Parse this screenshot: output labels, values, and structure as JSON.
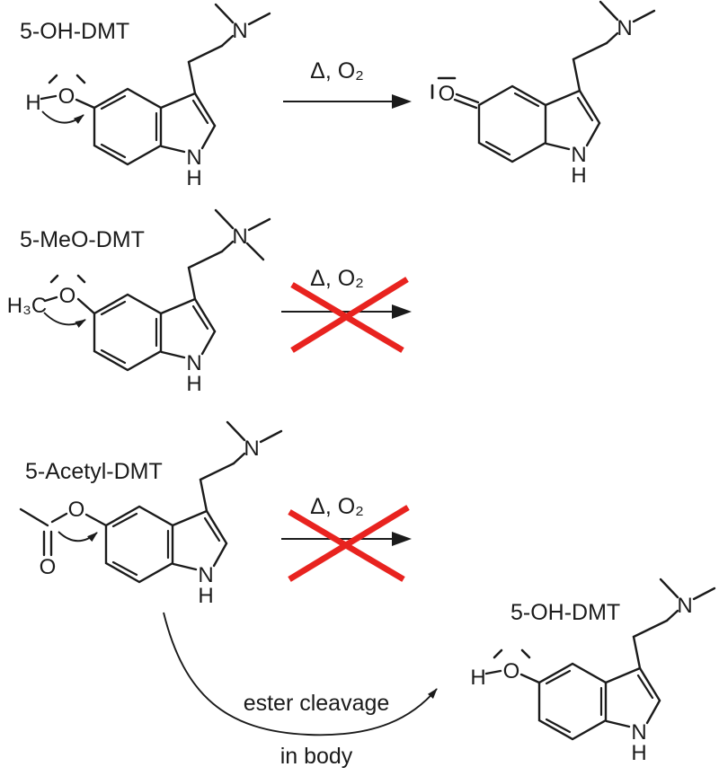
{
  "molecules": [
    {
      "name": "5-OH-DMT",
      "position": "row-1-left"
    },
    {
      "name": "",
      "position": "row-1-right"
    },
    {
      "name": "5-MeO-DMT",
      "position": "row-2-left"
    },
    {
      "name": "5-Acetyl-DMT",
      "position": "row-3-left"
    },
    {
      "name": "5-OH-DMT",
      "position": "bottom-right"
    }
  ],
  "arrows": [
    {
      "label": "Δ, O₂",
      "crossed": false
    },
    {
      "label": "Δ, O₂",
      "crossed": true
    },
    {
      "label": "Δ, O₂",
      "crossed": true
    },
    {
      "type": "curved",
      "label_top": "ester cleavage",
      "label_bottom": "in body"
    }
  ],
  "atoms": {
    "H": "H",
    "O": "O",
    "N": "N",
    "H3C": "H₃C"
  },
  "colors": {
    "line": "#1b1b1b",
    "cross": "#e8231f",
    "background": "#ffffff"
  }
}
